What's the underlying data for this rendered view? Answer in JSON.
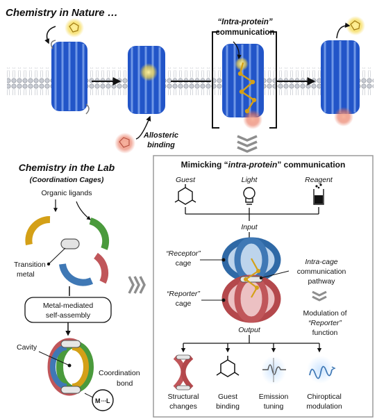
{
  "nature": {
    "title": "Chemistry in Nature …",
    "intra_line1": "“Intra-protein”",
    "intra_line2": "communication",
    "allosteric_line1": "Allosteric",
    "allosteric_line2": "binding"
  },
  "lab": {
    "title": "Chemistry in the Lab",
    "subtitle": "(Coordination Cages)",
    "organic_ligands": "Organic ligands",
    "transition_line1": "Transition",
    "transition_line2": "metal",
    "assembly_line1": "Metal-mediated",
    "assembly_line2": "self-assembly",
    "cavity": "Cavity",
    "coord_line1": "Coordination",
    "coord_line2": "bond",
    "m_label": "M",
    "l_label": "L"
  },
  "mimic": {
    "title_pre": "Mimicking “",
    "title_em": "intra-protein",
    "title_post": "” communication",
    "stimuli": [
      "Guest",
      "Light",
      "Reagent"
    ],
    "input": "Input",
    "output": "Output",
    "receptor_line1": "“Receptor”",
    "receptor_line2": "cage",
    "reporter_line1": "“Reporter”",
    "reporter_line2": "cage",
    "pathway_line1": "Intra-cage",
    "pathway_line2": "communication",
    "pathway_line3": "pathway",
    "modulation_line1": "Modulation of",
    "modulation_line2": "“Reporter”",
    "modulation_line3": "function",
    "outputs": [
      {
        "line1": "Structural",
        "line2": "changes"
      },
      {
        "line1": "Guest",
        "line2": "binding"
      },
      {
        "line1": "Emission",
        "line2": "tuning"
      },
      {
        "line1": "Chiroptical",
        "line2": "modulation"
      }
    ]
  },
  "colors": {
    "protein_blue": "#2255c8",
    "ligand_yellow": "#d4a017",
    "ligand_green": "#4a9a3c",
    "ligand_blue": "#3f78b5",
    "ligand_red": "#c0565a",
    "guest_glow": "#f5d84a",
    "allosteric_glow": "#e8735a",
    "panel_border": "#9a9a9a"
  }
}
